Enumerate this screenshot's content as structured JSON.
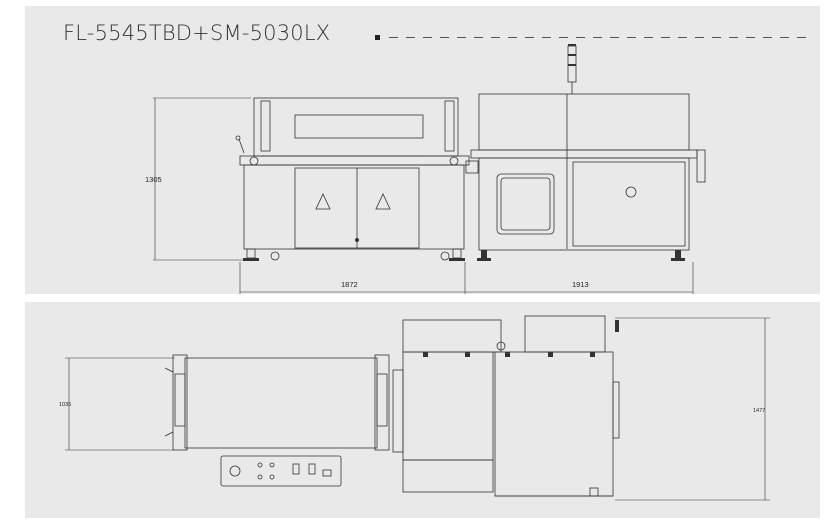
{
  "title": "FL-5545TBD+SM-5030LX",
  "colors": {
    "background": "#e9e9e9",
    "line": "#333333",
    "title": "#333333"
  },
  "front_view": {
    "height_label": "1305",
    "width_left_label": "1872",
    "width_right_label": "1913"
  },
  "top_view": {
    "depth_left_label": "1035",
    "depth_right_label": "1477"
  }
}
